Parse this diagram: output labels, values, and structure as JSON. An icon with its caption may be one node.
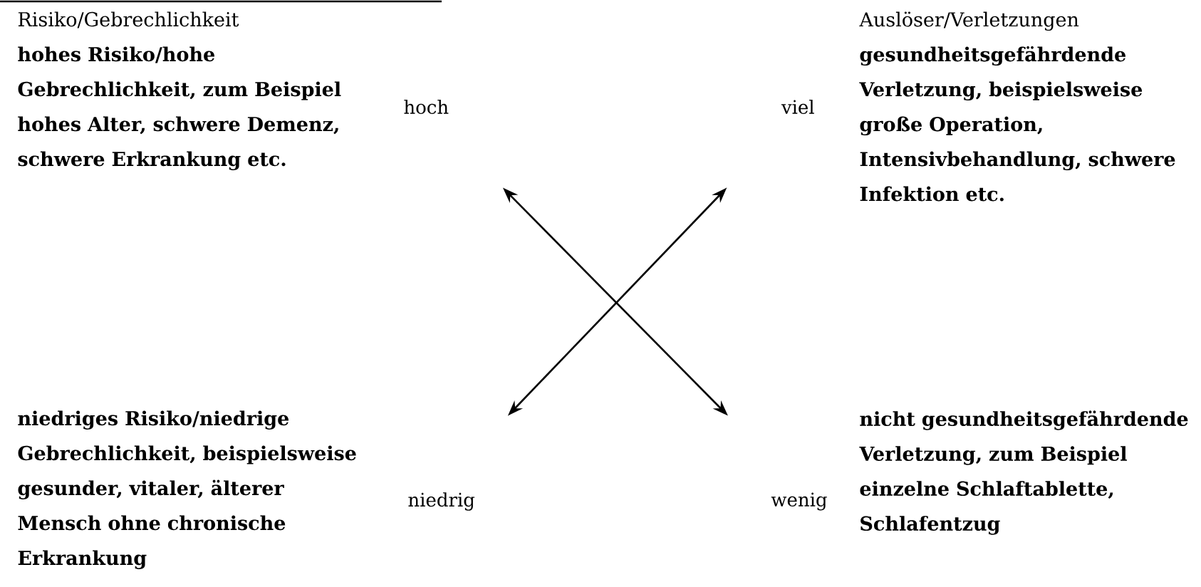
{
  "diagram": {
    "nodes": [
      {
        "text": [
          "Risiko/Gebrechlichkeit",
          "hohes Risiko/hohe Gebrechlichkeit, zum Beispiel hohes Alter, schwere Demenz, schwere Erkrankung etc."
        ],
        "beside": [
          "hoch"
        ]
      },
      {
        "text": [
          "Auslöser/Verletzungen",
          "gesundheitsgefährdende Verletzung, beispielsweise große Operation, Intensivbehandlung, schwere Infektion etc."
        ],
        "beside": [
          "viel"
        ]
      },
      {
        "text": [
          "niedriges Risiko/niedrige Gebrechlichkeit, beispielsweise gesunder, vitaler, älterer Mensch ohne chronische Erkrankung"
        ],
        "beside": [
          "niedrig"
        ]
      },
      {
        "text": [
          "nicht gesundheitsgefährdende Verletzung, zum Beispiel einzelne Schlaftablette, Schlafentzug"
        ],
        "beside": [
          "wenig"
        ]
      }
    ],
    "edges": [
      {
        "from": 0,
        "to": 3,
        "arrow": "both"
      },
      {
        "from": 2,
        "to": 1,
        "arrow": "both"
      }
    ]
  }
}
